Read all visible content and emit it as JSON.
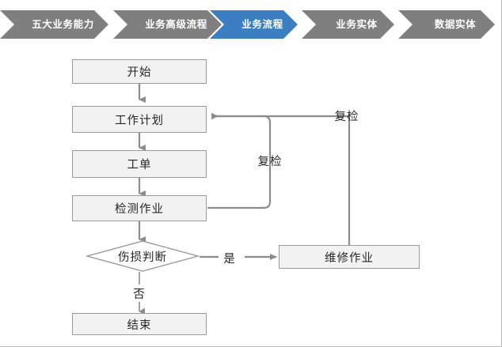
{
  "colors": {
    "chevron_inactive": "#7f7f7f",
    "chevron_active": "#3b7ec1",
    "node_fill": "#f2f2f2",
    "node_border": "#9a9a9a",
    "connector": "#8c8c8c",
    "text": "#262626",
    "crumb_text": "#ffffff",
    "page_border": "#b9b9b9",
    "background": "#ffffff"
  },
  "breadcrumb": {
    "items": [
      {
        "label": "五大业务能力",
        "active": false
      },
      {
        "label": "业务高级流程",
        "active": false
      },
      {
        "label": "业务流程",
        "active": true
      },
      {
        "label": "业务实体",
        "active": false
      },
      {
        "label": "数据实体",
        "active": false
      }
    ]
  },
  "flowchart": {
    "nodes": [
      {
        "id": "start",
        "label": "开始",
        "shape": "rect"
      },
      {
        "id": "workplan",
        "label": "工作计划",
        "shape": "rect"
      },
      {
        "id": "workorder",
        "label": "工单",
        "shape": "rect"
      },
      {
        "id": "inspect",
        "label": "检测作业",
        "shape": "rect"
      },
      {
        "id": "decision",
        "label": "伤损判断",
        "shape": "diamond"
      },
      {
        "id": "repair",
        "label": "维修作业",
        "shape": "rect"
      },
      {
        "id": "end",
        "label": "结束",
        "shape": "rect"
      }
    ],
    "edge_labels": [
      {
        "id": "recheck-outer",
        "label": "复检"
      },
      {
        "id": "recheck-inner",
        "label": "复检"
      },
      {
        "id": "yes",
        "label": "是"
      },
      {
        "id": "no",
        "label": "否"
      }
    ]
  }
}
